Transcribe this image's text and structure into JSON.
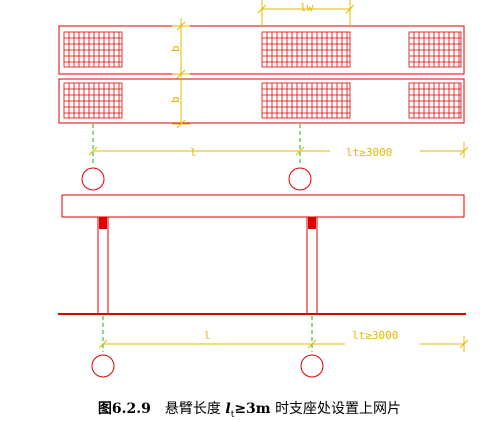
{
  "colors": {
    "outline": "#e00000",
    "dimension": "#e6b800",
    "axis": "#19b219",
    "text": "#000000"
  },
  "labels": {
    "top_width": "lw",
    "height_upper": "b",
    "height_lower": "b",
    "span_upper": "l",
    "cantilever_upper": "lt≥3000",
    "span_lower": "l",
    "cantilever_lower": "lt≥3000"
  },
  "caption": {
    "figure_no": "图6.2.9",
    "text_before": "悬臂长度",
    "symbol": "l",
    "subscript": "t",
    "condition": "≥3m",
    "text_after": "时支座处设置上网片"
  }
}
